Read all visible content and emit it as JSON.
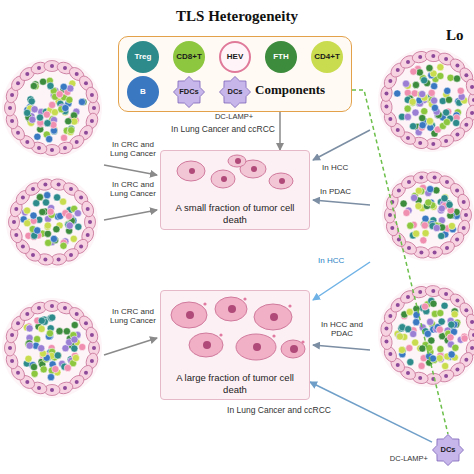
{
  "diagram": {
    "title": "TLS Heterogeneity",
    "nodes": [
      {
        "text": [
          "Components"
        ]
      },
      {
        "text": [
          "Treg"
        ],
        "in": 0
      },
      {
        "text": [
          "CD8+T"
        ],
        "in": 0
      },
      {
        "text": [
          "HEV"
        ],
        "in": 0
      },
      {
        "text": [
          "FTH"
        ],
        "in": 0
      },
      {
        "text": [
          "CD4+T"
        ],
        "in": 0
      },
      {
        "text": [
          "B"
        ],
        "in": 0
      },
      {
        "text": [
          "FDCs"
        ],
        "in": 0
      },
      {
        "text": [
          "DCs"
        ],
        "in": 0
      },
      {
        "text": [
          "A small fraction of tumor cell death"
        ]
      },
      {
        "text": [
          "A large fraction of tumor cell death"
        ]
      },
      {
        "text": [
          "DCs"
        ]
      }
    ],
    "edges": [
      {
        "from": 0,
        "to": 9,
        "arrow": "to",
        "label": "In Lung Cancer and ccRCC"
      },
      {
        "from": 11,
        "to": 10,
        "arrow": "to",
        "label": "In Lung Cancer and ccRCC"
      },
      {
        "from": 0,
        "to": 11,
        "arrow": "none"
      }
    ],
    "labels": [
      "Lo",
      "DC-LAMP+",
      "In CRC and Lung Cancer",
      "In CRC and Lung Cancer",
      "In CRC and Lung Cancer",
      "In HCC",
      "In PDAC",
      "In HCC",
      "In HCC and PDAC",
      "DC-LAMP+"
    ]
  }
}
